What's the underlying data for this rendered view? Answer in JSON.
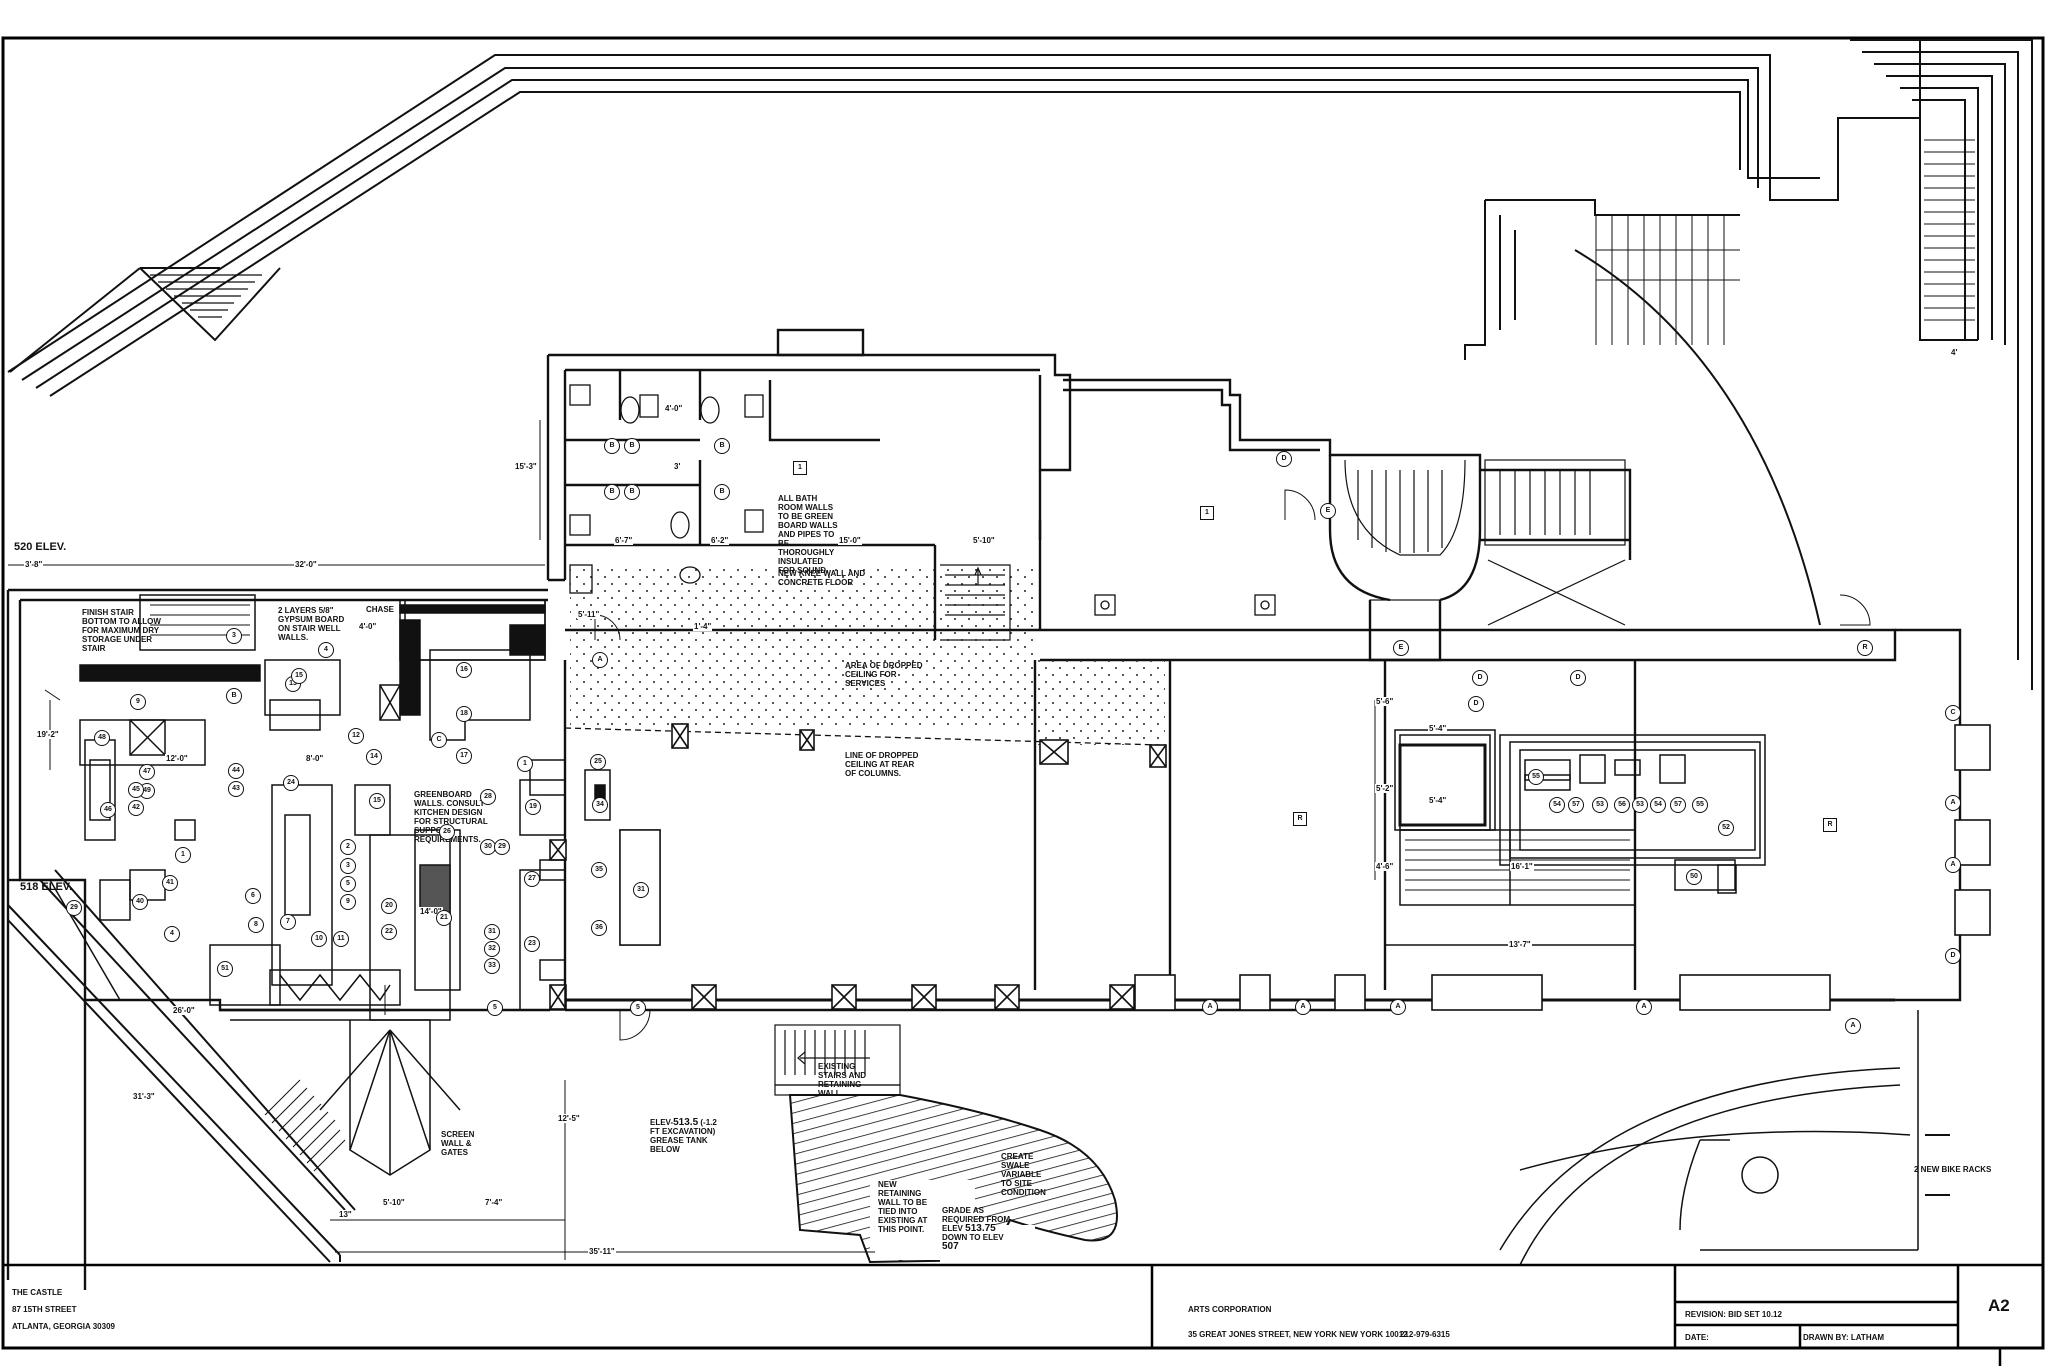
{
  "plan": {
    "elevations": {
      "upper": "520 ELEV.",
      "lower": "518 ELEV."
    },
    "notes": {
      "finish_stair": "FINISH STAIR BOTTOM TO ALLOW FOR MAXIMUM DRY STORAGE UNDER STAIR",
      "gypsum": "2 LAYERS 5/8\" GYPSUM BOARD ON STAIR WELL WALLS.",
      "chase": "CHASE",
      "bathroom": "ALL BATH ROOM WALLS TO BE GREEN BOARD WALLS AND PIPES TO BE THOROUGHLY INSULATED FOR SOUND.",
      "knee_wall": "NEW KNEE WALL AND CONCRETE FLOOR",
      "dropped_ceiling": "AREA OF DROPPED CEILING FOR SERVICES",
      "line_dropped": "LINE OF DROPPED CEILING AT REAR OF COLUMNS.",
      "greenboard": "GREENBOARD WALLS. CONSULT KITCHEN DESIGN FOR STRUCTURAL SUPPORT REQUIREMENTS.",
      "screen_wall": "SCREEN WALL & GATES",
      "grease_pre": "ELEV-",
      "grease_num": "513.5",
      "grease_post": "(-1.2 FT EXCAVATION) GREASE TANK BELOW",
      "existing_stairs": "EXISTING STAIRS AND RETAINING WALL",
      "new_retaining": "NEW RETAINING WALL TO BE TIED INTO EXISTING AT THIS POINT.",
      "grade_pre": "GRADE AS REQUIRED FROM ELEV",
      "grade_num": "513.75",
      "grade_mid": "DOWN TO ELEV",
      "grade_end": "507",
      "swale": "CREATE SWALE VARIABLE TO SITE CONDITION",
      "bike_racks": "2 NEW BIKE RACKS"
    },
    "dimensions": {
      "d_3_8": "3'-8\"",
      "d_32_0": "32'-0\"",
      "d_15_3": "15'-3\"",
      "d_19_2": "19'-2\"",
      "d_12_0": "12'-0\"",
      "d_8_0": "8'-0\"",
      "d_4_0": "4'-0\"",
      "d_3_0": "3'",
      "d_4_0b": "4'-0\"",
      "d_6_7": "6'-7\"",
      "d_6_2": "6'-2\"",
      "d_15_0": "15'-0\"",
      "d_5_10": "5'-10\"",
      "d_5_11": "5'-11\"",
      "d_1_4": "1'-4\"",
      "d_14_0": "14'-0\"",
      "d_26_0": "26'-0\"",
      "d_31_3": "31'-3\"",
      "d_12_5": "12'-5\"",
      "d_5_10b": "5'-10\"",
      "d_7_4": "7'-4\"",
      "d_35_11": "35'-11\"",
      "d_13": "13\"",
      "d_5_4": "5'-4\"",
      "d_5_2": "5'-2\"",
      "d_5_4b": "5'-4\"",
      "d_5_6": "5'-6\"",
      "d_4_6": "4'-6\"",
      "d_16_1": "16'-1\"",
      "d_13_7": "13'-7\"",
      "d_4": "4'"
    },
    "tags": {
      "t_1": "1",
      "t_2": "2",
      "t_3": "3",
      "t_4": "4",
      "t_5": "5",
      "t_6": "6",
      "t_7": "7",
      "t_8": "8",
      "t_9": "9",
      "t_10": "10",
      "t_11": "11",
      "t_12": "12",
      "t_13": "13",
      "t_14": "14",
      "t_15": "15",
      "t_16": "16",
      "t_17": "17",
      "t_18": "18",
      "t_19": "19",
      "t_20": "20",
      "t_21": "21",
      "t_22": "22",
      "t_23": "23",
      "t_24": "24",
      "t_25": "25",
      "t_26": "26",
      "t_27": "27",
      "t_28": "28",
      "t_29": "29",
      "t_30": "30",
      "t_31": "31",
      "t_32": "32",
      "t_33": "33",
      "t_34": "34",
      "t_35": "35",
      "t_36": "36",
      "t_40": "40",
      "t_41": "41",
      "t_42": "42",
      "t_43": "43",
      "t_44": "44",
      "t_45": "45",
      "t_46": "46",
      "t_47": "47",
      "t_48": "48",
      "t_49": "49",
      "t_50": "50",
      "t_51": "51",
      "t_52": "52",
      "t_53": "53",
      "t_54": "54",
      "t_55": "55",
      "t_56": "56",
      "t_57": "57",
      "t_A": "A",
      "t_B": "B",
      "t_C": "C",
      "t_D": "D",
      "t_E": "E",
      "t_R": "R"
    },
    "room_1": "1"
  },
  "title_block": {
    "project_name": "THE CASTLE",
    "project_street": "87 15TH STREET",
    "project_city": "ATLANTA, GEORGIA 30309",
    "firm_name": "ARTS CORPORATION",
    "firm_address": "35 GREAT JONES STREET, NEW YORK NEW YORK 10012",
    "firm_phone": "212-979-6315",
    "revision_label": "REVISION:",
    "revision_value": "BID SET 10.12",
    "date_label": "DATE:",
    "drawn_by_label": "DRAWN BY:",
    "drawn_by_value": "LATHAM",
    "sheet_number": "A2"
  }
}
